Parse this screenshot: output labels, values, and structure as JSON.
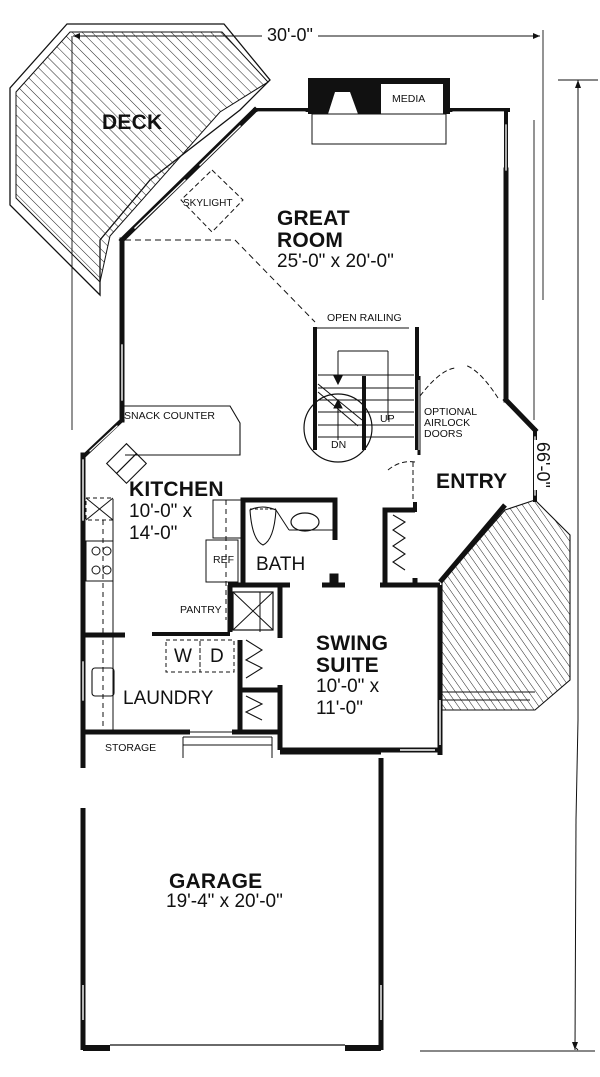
{
  "plan": {
    "overall_width": "30'-0\"",
    "overall_depth": "66'-0\"",
    "rooms": {
      "deck_top": {
        "name": "DECK"
      },
      "great_room": {
        "name_line1": "GREAT",
        "name_line2": "ROOM",
        "dims": "25'-0\" x 20'-0\""
      },
      "kitchen": {
        "name": "KITCHEN",
        "dims_line1": "10'-0\" x",
        "dims_line2": "14'-0\""
      },
      "bath": {
        "name": "BATH"
      },
      "entry": {
        "name": "ENTRY"
      },
      "swing_suite": {
        "name_line1": "SWING",
        "name_line2": "SUITE",
        "dims_line1": "10'-0\" x",
        "dims_line2": "11'-0\""
      },
      "laundry": {
        "name": "LAUNDRY"
      },
      "garage": {
        "name": "GARAGE",
        "dims": "19'-4\" x 20'-0\""
      }
    },
    "annotations": {
      "media": "MEDIA",
      "skylight": "SKYLIGHT",
      "open_railing": "OPEN RAILING",
      "snack_counter": "SNACK COUNTER",
      "up": "UP",
      "dn": "DN",
      "airlock_line1": "OPTIONAL",
      "airlock_line2": "AIRLOCK",
      "airlock_line3": "DOORS",
      "ref": "REF",
      "pantry": "PANTRY",
      "washer": "W",
      "dryer": "D",
      "storage": "STORAGE"
    }
  }
}
